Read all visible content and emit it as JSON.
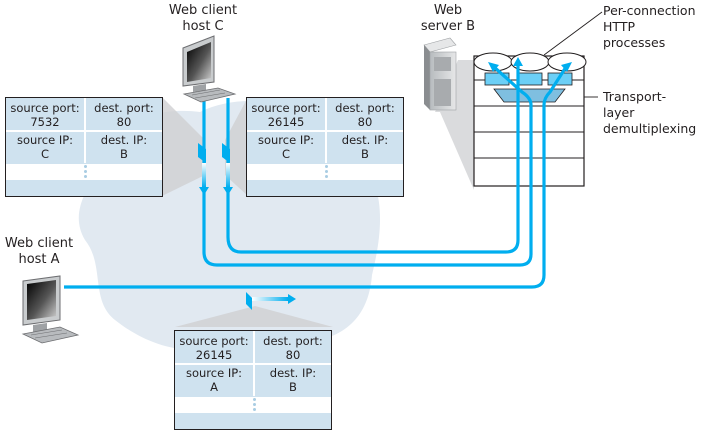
{
  "hosts": {
    "client_c": {
      "label": "Web client\nhost C"
    },
    "client_a": {
      "label": "Web client\nhost A"
    },
    "server_b": {
      "label": "Web\nserver B"
    }
  },
  "annotations": {
    "http_processes": "Per-connection\nHTTP\nprocesses",
    "transport_demux": "Transport-\nlayer\ndemultiplexing"
  },
  "segments": [
    {
      "id": "segment-c-7532",
      "source_port_label": "source port:",
      "source_port": "7532",
      "dest_port_label": "dest. port:",
      "dest_port": "80",
      "source_ip_label": "source IP:",
      "source_ip": "C",
      "dest_ip_label": "dest. IP:",
      "dest_ip": "B"
    },
    {
      "id": "segment-c-26145",
      "source_port_label": "source port:",
      "source_port": "26145",
      "dest_port_label": "dest. port:",
      "dest_port": "80",
      "source_ip_label": "source IP:",
      "source_ip": "C",
      "dest_ip_label": "dest. IP:",
      "dest_ip": "B"
    },
    {
      "id": "segment-a-26145",
      "source_port_label": "source port:",
      "source_port": "26145",
      "dest_port_label": "dest. port:",
      "dest_port": "80",
      "source_ip_label": "source IP:",
      "source_ip": "A",
      "dest_ip_label": "dest. IP:",
      "dest_ip": "B"
    }
  ],
  "colors": {
    "connection_line": "#00aeef",
    "header_fill": "#cfe2ef",
    "network_cloud": "#e1e9f1",
    "transport_layer": "#7fbfe0",
    "socket_box": "#6ccff6"
  }
}
